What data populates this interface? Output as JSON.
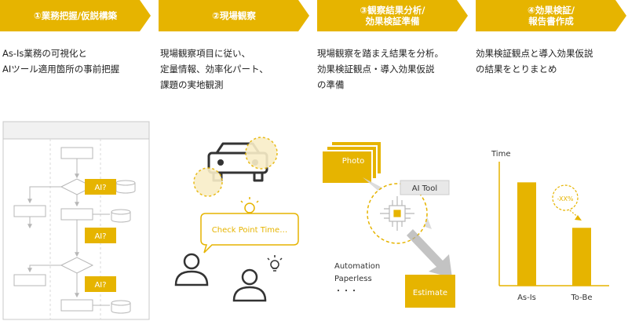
{
  "colors": {
    "accent": "#e6b400",
    "accent_light": "#f9eec8",
    "gray": "#b7b7b7",
    "dark": "#333333"
  },
  "steps": [
    {
      "title_lines": [
        "①業務把握/仮説構築"
      ],
      "desc_lines": [
        "As-Is業務の可視化と",
        "AIツール適用箇所の事前把握"
      ]
    },
    {
      "title_lines": [
        "②現場観察"
      ],
      "desc_lines": [
        "現場観察項目に従い、",
        "定量情報、効率化パート、",
        "課題の実地観測"
      ]
    },
    {
      "title_lines": [
        "③観察結果分析/",
        "効果検証準備"
      ],
      "desc_lines": [
        "現場観察を踏まえ結果を分析。",
        "効果検証観点・導入効果仮説",
        "の準備"
      ]
    },
    {
      "title_lines": [
        "④効果検証/",
        "報告書作成"
      ],
      "desc_lines": [
        "効果検証観点と導入効果仮説",
        "の結果をとりまとめ"
      ]
    }
  ],
  "flowchart": {
    "ai_labels": [
      "AI?",
      "AI?",
      "AI?"
    ]
  },
  "observation": {
    "bubble_text": "Check Point Time…",
    "icons": [
      "car-icon",
      "lightbulb-icon",
      "person-icon"
    ]
  },
  "analysis": {
    "photo_label": "Photo",
    "tool_label": "AI Tool",
    "estimate_label": "Estimate",
    "notes": [
      "Automation",
      "Paperless",
      "・・・"
    ],
    "icons": [
      "chip-icon",
      "arrow-icon"
    ]
  },
  "chart_data": {
    "type": "bar",
    "title": "",
    "ylabel": "Time",
    "xlabel": "",
    "categories": [
      "As-Is",
      "To-Be"
    ],
    "values": [
      100,
      56
    ],
    "ylim": [
      0,
      120
    ],
    "annotation": "-XX%"
  }
}
